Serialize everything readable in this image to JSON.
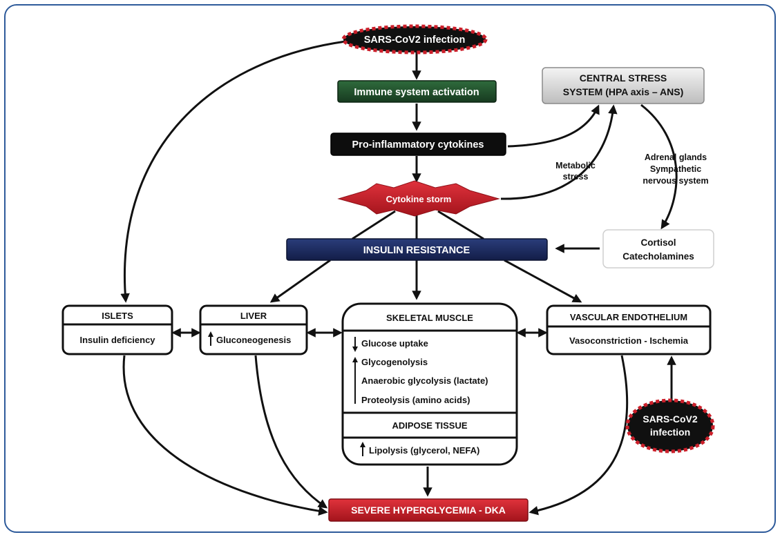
{
  "nodes": {
    "sars_top": "SARS-CoV2 infection",
    "immune": "Immune system activation",
    "central_line1": "CENTRAL STRESS",
    "central_line2": "SYSTEM  (HPA axis – ANS)",
    "cytokines": "Pro-inflammatory cytokines",
    "storm": "Cytokine storm",
    "metabolic_line1": "Metabolic",
    "metabolic_line2": "stress",
    "adrenal_line1": "Adrenal glands",
    "adrenal_line2": "Sympathetic",
    "adrenal_line3": "nervous system",
    "insulin_resistance": "INSULIN RESISTANCE",
    "cortisol_line1": "Cortisol",
    "cortisol_line2": "Catecholamines",
    "islets_title": "ISLETS",
    "islets_body": "Insulin deficiency",
    "liver_title": "LIVER",
    "liver_body": "Gluconeogenesis",
    "muscle_title": "SKELETAL MUSCLE",
    "muscle_items": [
      "Glucose uptake",
      "Glycogenolysis",
      "Anaerobic glycolysis (lactate)",
      "Proteolysis (amino acids)"
    ],
    "adipose_title": "ADIPOSE TISSUE",
    "adipose_body": "Lipolysis (glycerol, NEFA)",
    "vascular_title": "VASCULAR ENDOTHELIUM",
    "vascular_body": "Vasoconstriction - Ischemia",
    "sars_bottom_line1": "SARS-CoV2",
    "sars_bottom_line2": "infection",
    "outcome": "SEVERE HYPERGLYCEMIA - DKA"
  },
  "colors": {
    "immune": "#1f4e2a",
    "insulin_resistance": "#1b2a5c",
    "storm": "#cc1f2a",
    "outcome": "#b8202a",
    "sars_dots": "#cc1f2a",
    "frame": "#2d5a9a"
  }
}
